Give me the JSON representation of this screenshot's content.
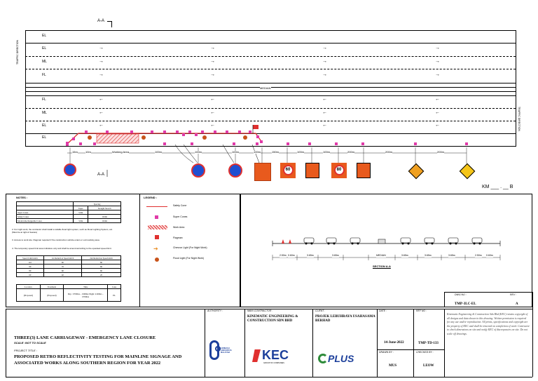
{
  "plan": {
    "section_marker": "A-A",
    "traffic_direction": "TRAFFIC DIRECTION",
    "median": "MEDIAN",
    "km_marker": "KM ___ . __ B",
    "lanes_top": [
      {
        "label": "EL",
        "arrows": false
      },
      {
        "label": "EL",
        "arrows": true
      },
      {
        "label": "ML",
        "arrows": true
      },
      {
        "label": "FL",
        "arrows": true
      }
    ],
    "lanes_bottom": [
      {
        "label": "FL",
        "arrows": true
      },
      {
        "label": "ML",
        "arrows": true
      },
      {
        "label": "EL",
        "arrows": true
      },
      {
        "label": "EL",
        "arrows": false
      }
    ],
    "arrow_right": "→",
    "arrow_left": "←",
    "work_area_label": "Working Area",
    "dimensions": [
      "15m",
      "10m",
      "100m",
      "100m",
      "100m",
      "100m",
      "150m",
      "100m",
      "100m",
      "200m",
      "200m",
      "200m"
    ]
  },
  "signs": [
    {
      "type": "circle",
      "text": "",
      "bg": "#1f4fd1"
    },
    {
      "type": "circle",
      "text": "",
      "bg": "#1f4fd1"
    },
    {
      "type": "circle",
      "text": "",
      "bg": "#1f4fd1"
    },
    {
      "type": "square",
      "text": ""
    },
    {
      "type": "circle",
      "text": "60"
    },
    {
      "type": "square",
      "text": ""
    },
    {
      "type": "circle",
      "text": "80"
    },
    {
      "type": "square",
      "text": ""
    },
    {
      "type": "diamond",
      "text": ""
    },
    {
      "type": "diamond",
      "text": ""
    }
  ],
  "notes": {
    "title": "NOTES :",
    "spacing_header": "Spacing",
    "taper": "Taper",
    "straight": "Straight Stretch",
    "rows": [
      {
        "item": "Super Cones",
        "taper": "5.0m",
        "straight": ""
      },
      {
        "item": "Safety Cones",
        "taper": "",
        "straight": "10.0m"
      },
      {
        "item": "Modern Rechargeable Cones",
        "taper": "3.0m",
        "straight": "10.0m"
      }
    ],
    "note2": "2. For night work, the contractor shall install a reliable flood light system, such as Flood Lighting System, etc. (Must be at right of feature)",
    "note3": "3. Access to work site. Flagman required if the construction vehicle enters or exit working area.",
    "note4": "4. The temporary speed limit area indicative only and shall be amend according to the operated speed limit.",
    "speed_headers": [
      "Speed Limit km/h",
      "1st Reduction Speed km/h",
      "2nd Reduction Speed km/h"
    ],
    "speed_rows": [
      [
        "110",
        "90",
        "80"
      ],
      [
        "90",
        "70",
        "60"
      ],
      [
        "80",
        "60",
        "60"
      ],
      [
        "60",
        "40",
        "20"
      ]
    ],
    "loc_headers": [
      "Location",
      "Treatment",
      "Time",
      "Lane"
    ],
    "loc_row": [
      "(Proposed)",
      "(Proposed)",
      "Day : 0700hrs – 1900hrs  Night: 2100hrs – 0700hrs",
      "EL"
    ]
  },
  "legend": {
    "title": "LEGEND :",
    "items": [
      {
        "label": "Safety Cone"
      },
      {
        "label": "Super Cones"
      },
      {
        "label": "Work Area"
      },
      {
        "label": "Flagman"
      },
      {
        "label": "Chevron Light (For Night Work)"
      },
      {
        "label": "Flood Light (For Night Work)"
      }
    ]
  },
  "section": {
    "title": "SECTION A-A",
    "dims": [
      "2.50m",
      "0.60m",
      "3.65m",
      "3.65m",
      "MEDIAN",
      "3.65m",
      "3.65m",
      "3.65m",
      "2.50m",
      "0.60m"
    ]
  },
  "title_block": {
    "dwg_no_label": "DWG NO :",
    "rev_label": "REV :",
    "dwg_no": "TMP-3LC-EL",
    "rev": "A",
    "main_title": "THREE(3) LANE CARRIAGEWAY - EMERGENCY LANE CLOSURE",
    "scale": "SCALE :NOT TO SCALE",
    "project_title_label": "PROJECT TITLE :",
    "project_title": "PROPOSED RETRO REFLECTIVITY TESTING FOR MAINLINE SIGNAGE AND ASSOCIATED WORKS ALONG SOUTHERN REGION FOR YEAR 2022",
    "authority_label": "AUTHORITY :",
    "authority_logo_text": "LEMBAGA LEBUHRAYA MALAYSIA",
    "main_contractor_label": "MAIN CONTRACTOR :",
    "main_contractor": "KINEMATIC ENGINEERING & CONSTRUCTION SDN BHD",
    "kec_logo": "KEC",
    "kec_sub": "GROUP OF COMPANIES",
    "client_label": "CLIENT :",
    "client": "PROJEK LEBUHRAYA USAHASAMA BERHAD",
    "plus_logo": "PLUS",
    "date_label": "DATE :",
    "ref_label": "REF NO :",
    "date": "14-June-2022",
    "ref": "TMP-TD-133",
    "drawn_label": "DRAWN BY :",
    "checked_label": "CHECKED BY :",
    "drawn": "MUS",
    "checked": "LEOW",
    "copyright": "Kinematic Engineering & Construction Sdn Bhd (KEC) retains copyright of all designs and data shown in this drawing. Written permission is required for any use and/or reproduction. All prints, specifications and copyright are the property of KEC and shall be returned on completion of work. Contractor to check dimensions on site and notify KEC of discrepancies on site. Do not scale off drawings."
  }
}
